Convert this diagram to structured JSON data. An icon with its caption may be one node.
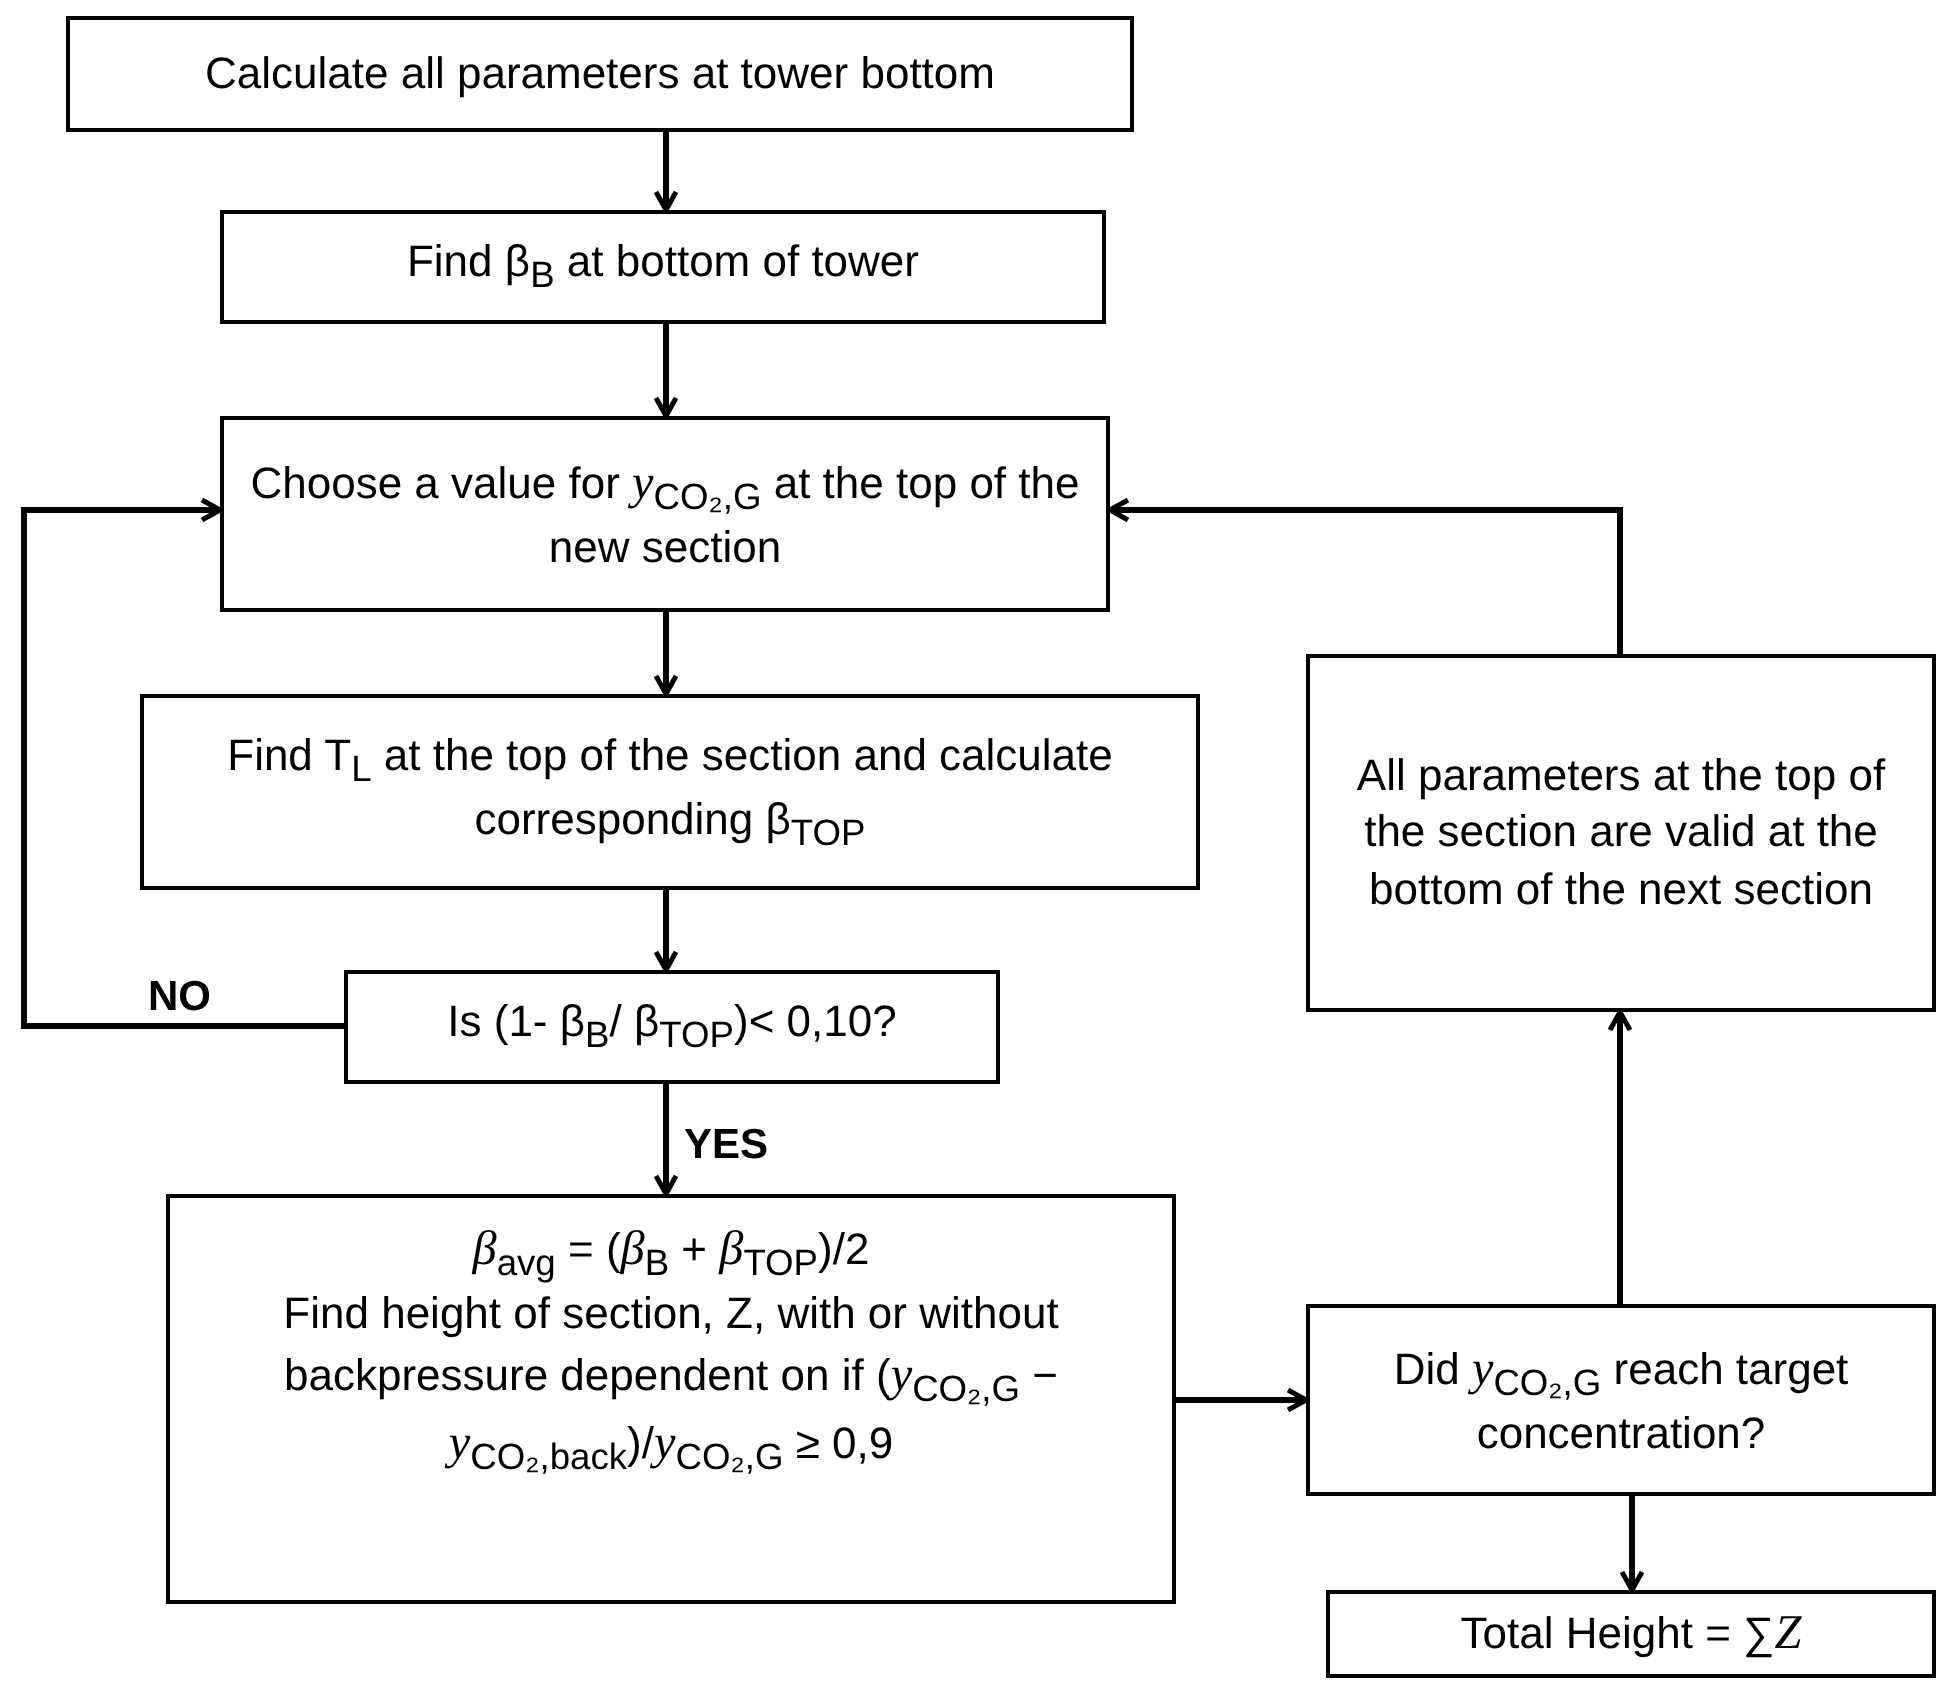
{
  "diagram": {
    "nodes": [
      {
        "text": [
          "Calculate all parameters at tower bottom"
        ]
      },
      {
        "text": [
          "Find β$_{B}$ at bottom of tower"
        ]
      },
      {
        "text": [
          "Choose a value for *y*$_{CO₂,G}$ at the top of the new section"
        ]
      },
      {
        "text": [
          "Find T$_{L}$ at the top of the section and calculate corresponding β$_{TOP}$"
        ]
      },
      {
        "text": [
          "Is (1- β$_{B}$/ β$_{TOP}$)< 0,10?"
        ]
      },
      {
        "text": [
          "*β*$_{avg}$ = (*β*$_{B}$ + *β*$_{TOP}$)/2",
          "Find height of section, Z, with or without backpressure dependent on if (*y*$_{CO₂,G}$ − *y*$_{CO₂,back}$)/*y*$_{CO₂,G}$ ≥ 0,9"
        ]
      },
      {
        "text": [
          "All parameters at the top of the section are valid at the bottom of the next section"
        ]
      },
      {
        "text": [
          "Did *y*$_{CO₂,G}$ reach target concentration?"
        ]
      },
      {
        "text": [
          "Total Height = ∑*Z*"
        ]
      }
    ],
    "edges": [
      {
        "from": 0,
        "to": 1,
        "arrow": "to"
      },
      {
        "from": 1,
        "to": 2,
        "arrow": "to"
      },
      {
        "from": 2,
        "to": 3,
        "arrow": "to"
      },
      {
        "from": 3,
        "to": 4,
        "arrow": "to"
      },
      {
        "from": 4,
        "to": 2,
        "arrow": "to",
        "label": "NO"
      },
      {
        "from": 4,
        "to": 5,
        "arrow": "to",
        "label": "YES"
      },
      {
        "from": 5,
        "to": 7,
        "arrow": "to"
      },
      {
        "from": 7,
        "to": 8,
        "arrow": "to"
      },
      {
        "from": 7,
        "to": 6,
        "arrow": "to"
      },
      {
        "from": 6,
        "to": 2,
        "arrow": "to"
      }
    ]
  }
}
